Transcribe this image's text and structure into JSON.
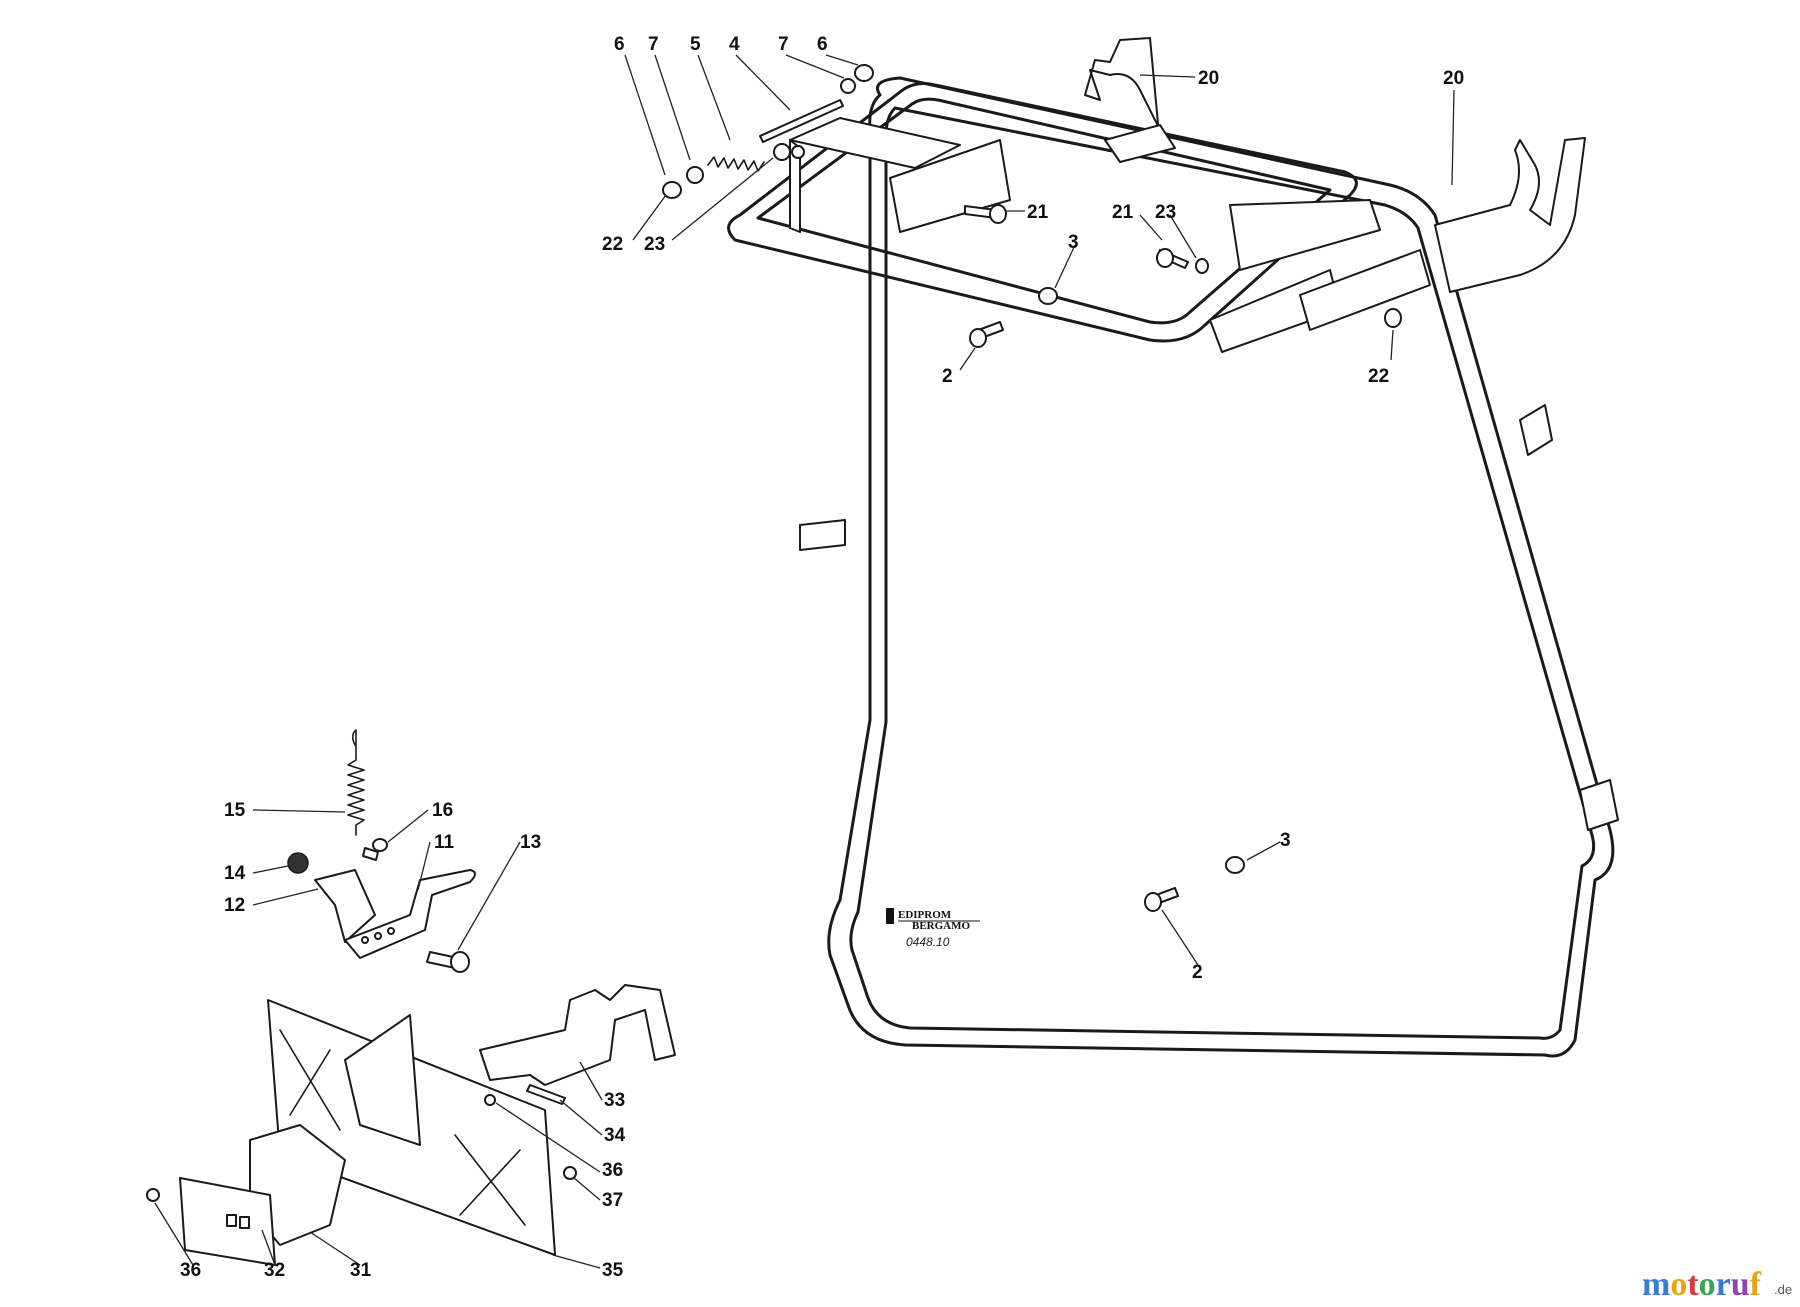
{
  "callouts": [
    {
      "id": "c-6a",
      "text": "6"
    },
    {
      "id": "c-7a",
      "text": "7"
    },
    {
      "id": "c-5",
      "text": "5"
    },
    {
      "id": "c-4",
      "text": "4"
    },
    {
      "id": "c-7b",
      "text": "7"
    },
    {
      "id": "c-6b",
      "text": "6"
    },
    {
      "id": "c-20a",
      "text": "20"
    },
    {
      "id": "c-20b",
      "text": "20"
    },
    {
      "id": "c-22a",
      "text": "22"
    },
    {
      "id": "c-23a",
      "text": "23"
    },
    {
      "id": "c-21a",
      "text": "21"
    },
    {
      "id": "c-21b",
      "text": "21"
    },
    {
      "id": "c-23b",
      "text": "23"
    },
    {
      "id": "c-3a",
      "text": "3"
    },
    {
      "id": "c-2a",
      "text": "2"
    },
    {
      "id": "c-22b",
      "text": "22"
    },
    {
      "id": "c-15",
      "text": "15"
    },
    {
      "id": "c-16",
      "text": "16"
    },
    {
      "id": "c-11",
      "text": "11"
    },
    {
      "id": "c-13",
      "text": "13"
    },
    {
      "id": "c-14",
      "text": "14"
    },
    {
      "id": "c-12",
      "text": "12"
    },
    {
      "id": "c-3b",
      "text": "3"
    },
    {
      "id": "c-2b",
      "text": "2"
    },
    {
      "id": "c-33",
      "text": "33"
    },
    {
      "id": "c-34",
      "text": "34"
    },
    {
      "id": "c-36a",
      "text": "36"
    },
    {
      "id": "c-37",
      "text": "37"
    },
    {
      "id": "c-35",
      "text": "35"
    },
    {
      "id": "c-36b",
      "text": "36"
    },
    {
      "id": "c-32",
      "text": "32"
    },
    {
      "id": "c-31",
      "text": "31"
    }
  ],
  "publisher": {
    "name": "EDIPROM",
    "city": "BERGAMO",
    "code": "0448.10"
  },
  "watermark": {
    "letters": [
      "m",
      "o",
      "t",
      "o",
      "r",
      "u",
      "f"
    ],
    "letter_colors": [
      "#3a7bd5",
      "#e8a317",
      "#d93a3a",
      "#3aa655",
      "#3a7bd5",
      "#8e44ad",
      "#e8a317"
    ],
    "tld": ".de"
  }
}
